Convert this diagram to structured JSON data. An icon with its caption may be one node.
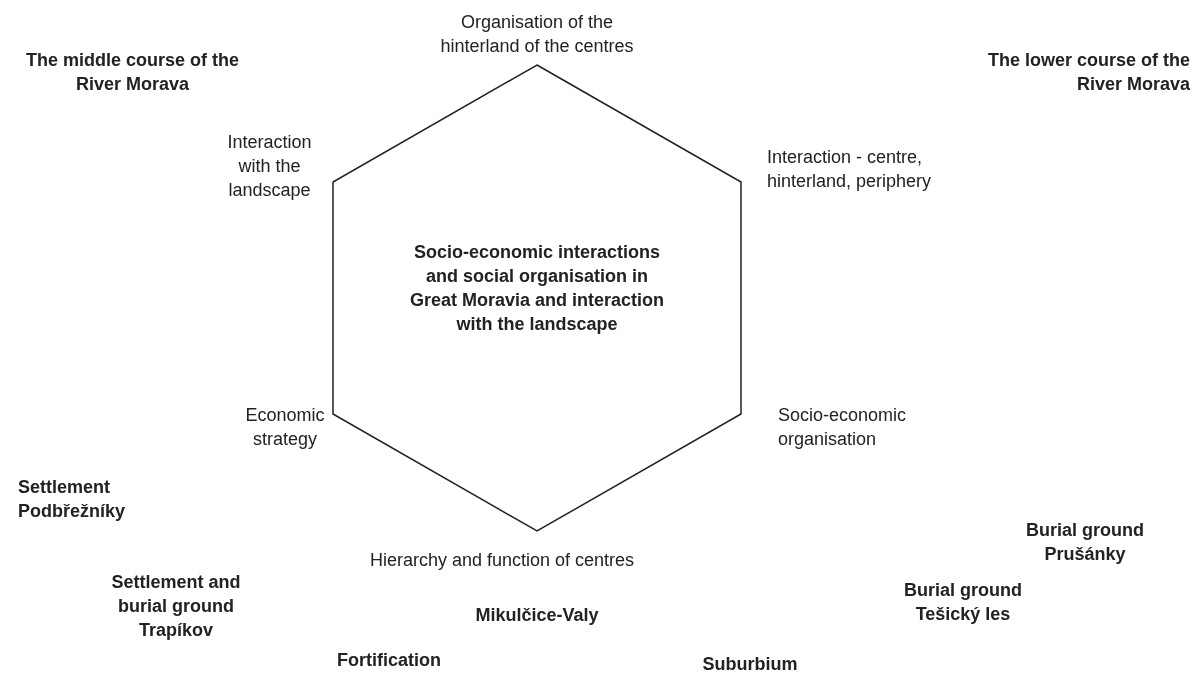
{
  "diagram": {
    "nodes": [
      {
        "text": [
          "Socio-economic interactions and social organisation in Great Moravia and interaction with the landscape"
        ]
      }
    ],
    "edges": [],
    "labels": [
      "Organisation of the hinterland of the centres",
      "The middle course of the River Morava",
      "The lower course of the River Morava",
      "Interaction with the landscape",
      "Interaction - centre, hinterland, periphery",
      "Economic strategy",
      "Socio-economic organisation",
      "Settlement Podbřežníky",
      "Burial ground Prušánky",
      "Hierarchy and function of centres",
      "Settlement and burial ground Trapíkov",
      "Burial ground Tešický les",
      "Mikulčice-Valy",
      "Fortification",
      "Suburbium"
    ]
  }
}
